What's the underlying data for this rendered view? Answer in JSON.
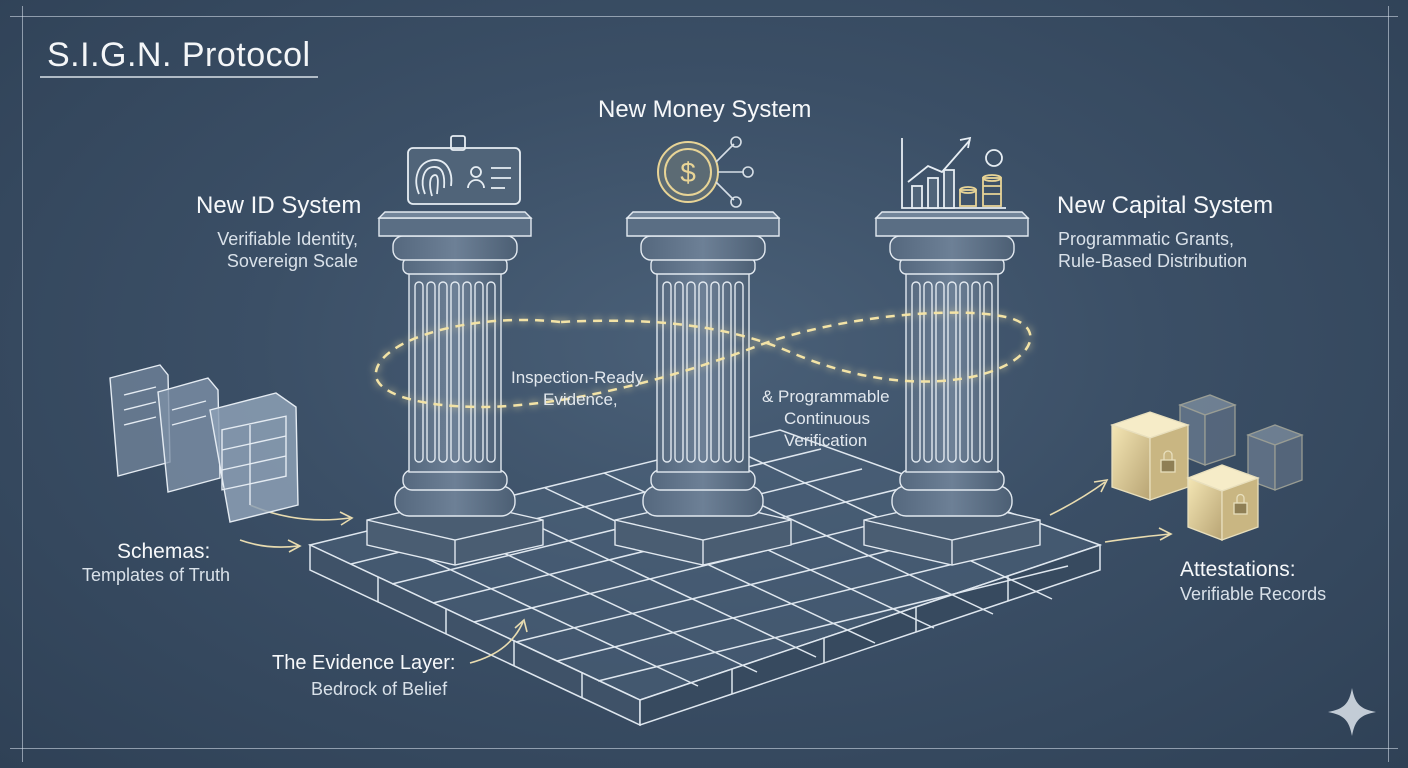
{
  "title": "S.I.G.N. Protocol",
  "pillars": {
    "id": {
      "heading": "New ID System",
      "line1": "Verifiable Identity,",
      "line2": "Sovereign Scale"
    },
    "money": {
      "heading": "New Money System"
    },
    "capital": {
      "heading": "New Capital System",
      "line1": "Programmatic Grants,",
      "line2": "Rule-Based Distribution"
    }
  },
  "loop": {
    "left_line1": "Inspection-Ready",
    "left_line2": "Evidence,",
    "right_line1": "& Programmable",
    "right_line2": "Continuous",
    "right_line3": "Verification"
  },
  "schemas": {
    "line1": "Schemas:",
    "line2": "Templates of Truth"
  },
  "evidence": {
    "line1": "The Evidence Layer:",
    "line2": "Bedrock of Belief"
  },
  "attestations": {
    "line1": "Attestations:",
    "line2": "Verifiable Records"
  },
  "colors": {
    "background": "#3b4f66",
    "line": "#dfe7ef",
    "glow": "#f3e3a6",
    "gold": "#e8d496"
  },
  "icons": [
    "id-card-icon",
    "fingerprint-icon",
    "dollar-coin-icon",
    "network-icon",
    "growth-chart-icon",
    "coin-stack-icon",
    "leaf-icon",
    "document-icon",
    "lock-cube-icon",
    "sparkle-icon"
  ]
}
